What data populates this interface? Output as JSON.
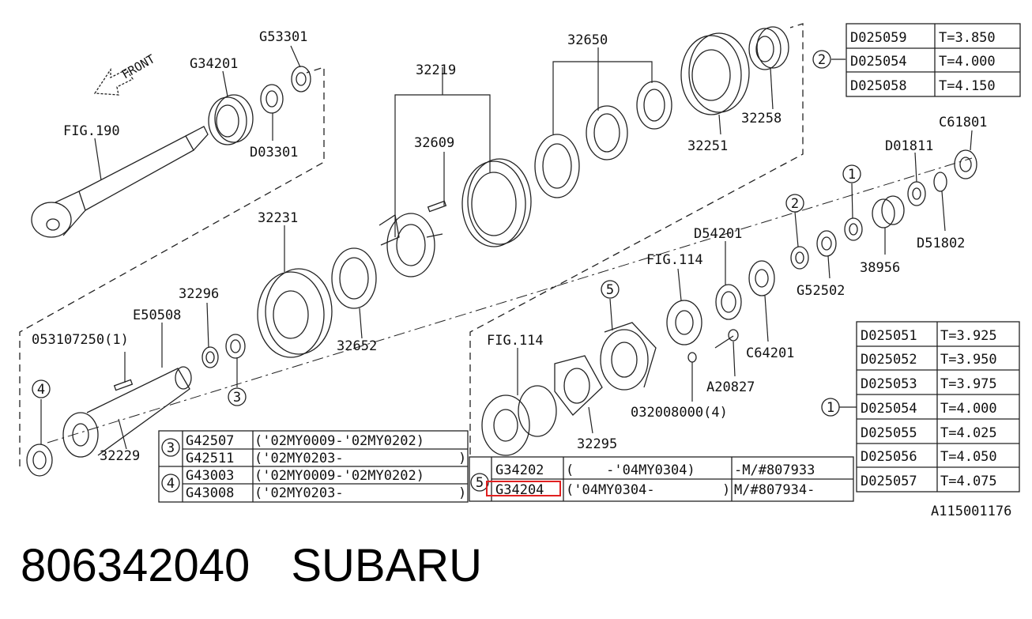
{
  "labels": {
    "front": "FRONT",
    "g53301": "G53301",
    "g34201": "G34201",
    "fig190": "FIG.190",
    "d03301": "D03301",
    "p32219": "32219",
    "p32650": "32650",
    "p32609": "32609",
    "p32258": "32258",
    "p32251": "32251",
    "p32231": "32231",
    "p32296": "32296",
    "e50508": "E50508",
    "p053107250": "053107250(1)",
    "p32652": "32652",
    "p32229": "32229",
    "c61801": "C61801",
    "d01811": "D01811",
    "d51802": "D51802",
    "p38956": "38956",
    "d54201": "D54201",
    "g52502": "G52502",
    "fig114a": "FIG.114",
    "fig114b": "FIG.114",
    "c64201": "C64201",
    "a20827": "A20827",
    "p032008000": "032008000(4)",
    "p32295": "32295",
    "diagram_id": "A115001176"
  },
  "callouts": {
    "c1": "1",
    "c2": "2",
    "c3": "3",
    "c4": "4",
    "c5": "5"
  },
  "table_top_right": {
    "callout": "2",
    "rows": [
      {
        "part": "D025059",
        "t": "T=3.850"
      },
      {
        "part": "D025054",
        "t": "T=4.000"
      },
      {
        "part": "D025058",
        "t": "T=4.150"
      }
    ]
  },
  "table_bottom_right": {
    "callout": "1",
    "rows": [
      {
        "part": "D025051",
        "t": "T=3.925"
      },
      {
        "part": "D025052",
        "t": "T=3.950"
      },
      {
        "part": "D025053",
        "t": "T=3.975"
      },
      {
        "part": "D025054",
        "t": "T=4.000"
      },
      {
        "part": "D025055",
        "t": "T=4.025"
      },
      {
        "part": "D025056",
        "t": "T=4.050"
      },
      {
        "part": "D025057",
        "t": "T=4.075"
      }
    ]
  },
  "table_left": {
    "groups": [
      {
        "callout": "3",
        "rows": [
          {
            "part": "G42507",
            "range": "('02MY0009-'02MY0202)"
          },
          {
            "part": "G42511",
            "range": "('02MY0203-"
          }
        ]
      },
      {
        "callout": "4",
        "rows": [
          {
            "part": "G43003",
            "range": "('02MY0009-'02MY0202)"
          },
          {
            "part": "G43008",
            "range": "('02MY0203-"
          }
        ]
      }
    ]
  },
  "table_mid": {
    "callout": "5",
    "rows": [
      {
        "part": "G34202",
        "range": "(    -'04MY0304)",
        "serial": "-M/#807933"
      },
      {
        "part": "G34204",
        "range": "('04MY0304-",
        "serial": "M/#807934-",
        "highlighted": true
      }
    ]
  },
  "highlight_color": "#e02020",
  "caption": {
    "number": "806342040",
    "brand": "SUBARU"
  }
}
